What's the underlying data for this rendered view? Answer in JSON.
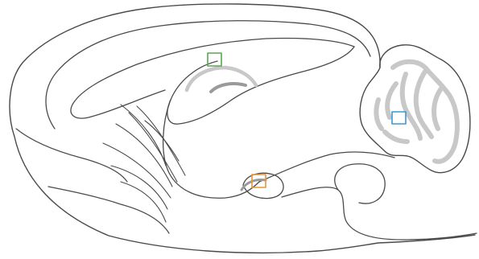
{
  "figure": {
    "background": "#ffffff",
    "outline_color": "#4a4a4a",
    "fill_color": "#c8c8c8",
    "dark_fill_color": "#9a9a9a"
  },
  "markers": [
    {
      "id": "marker-green",
      "color": "#59a84f"
    },
    {
      "id": "marker-blue",
      "color": "#3a98d4"
    },
    {
      "id": "marker-orange",
      "color": "#e8943a"
    }
  ]
}
